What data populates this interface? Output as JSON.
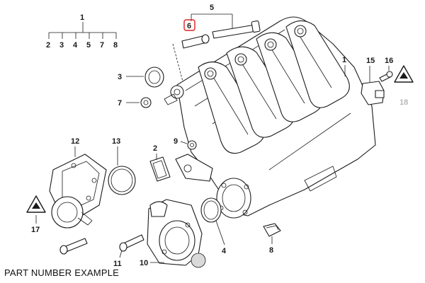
{
  "caption": "PART NUMBER EXAMPLE",
  "highlight_color": "#e02020",
  "callouts": {
    "group_parent": "1",
    "group_children": [
      "2",
      "3",
      "4",
      "5",
      "7",
      "8"
    ],
    "p1": "1",
    "p2": "2",
    "p3": "3",
    "p4": "4",
    "p5": "5",
    "p6": "6",
    "p7": "7",
    "p8": "8",
    "p9": "9",
    "p10": "10",
    "p11": "11",
    "p12": "12",
    "p13": "13",
    "p15": "15",
    "p16": "16",
    "p17": "17",
    "p18": "18"
  },
  "icons": {
    "warning": "warning-triangle-icon"
  }
}
